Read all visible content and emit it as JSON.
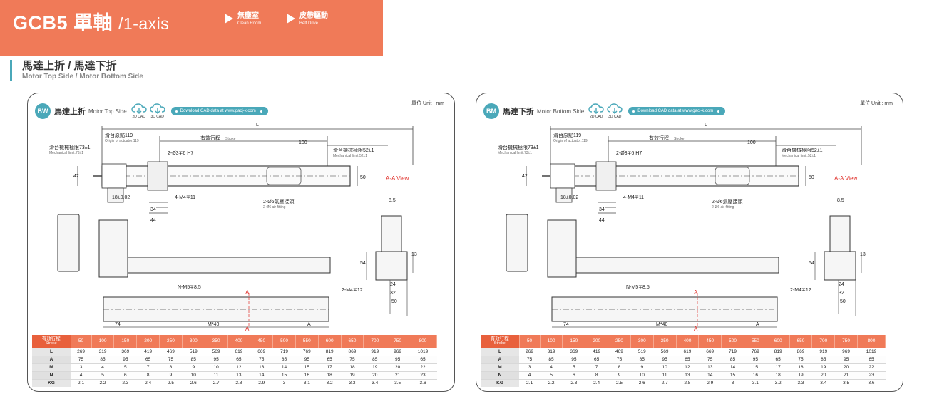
{
  "header": {
    "title_main": "GCB5 單軸",
    "title_axis": "/1-axis",
    "tags": [
      {
        "zh": "無塵室",
        "en": "Clean Room"
      },
      {
        "zh": "皮帶驅動",
        "en": "Belt Drive"
      }
    ],
    "colors": {
      "brand": "#f07a58",
      "accent": "#4aa8b9"
    }
  },
  "section": {
    "title_zh": "馬達上折 / 馬達下折",
    "title_en": "Motor Top Side / Motor Bottom Side"
  },
  "panels": [
    {
      "badge": "BW",
      "title_zh": "馬達上折",
      "title_en": "Motor Top Side",
      "cad_2d": "2D CAD",
      "cad_3d": "3D CAD",
      "download": "Download CAD data at  www.gacj-k.com",
      "unit": "單位 Unit : mm",
      "labels": {
        "L": "L",
        "origin_zh": "滑台原點119",
        "origin_en": "Origin of actuator:119",
        "stroke_zh": "有效行程",
        "stroke_en": "Stroke",
        "d100": "100",
        "mech_left_zh": "滑台機械極限73±1",
        "mech_left_en": "Mechanical limit:73±1",
        "mech_right_zh": "滑台機械極限52±1",
        "mech_right_en": "Mechanical limit:52±1",
        "pin": "2-Ø3∓6 H7",
        "d42": "42",
        "d50": "50",
        "d18": "18±0.02",
        "d34": "34",
        "d44": "44",
        "m4": "4-M4∓11",
        "fit_zh": "2-Ø6氣壓接頭",
        "fit_en": "2-Ø6 air fitting",
        "aa": "A-A View",
        "d85": "8.5",
        "d13": "13",
        "d54": "54",
        "d24": "24",
        "d32": "32",
        "m4_12": "2-M4∓12",
        "nm5": "N-M5∓8.5",
        "a": "A",
        "d74": "74",
        "m40": "M*40"
      }
    },
    {
      "badge": "BM",
      "title_zh": "馬達下折",
      "title_en": "Motor Bottom Side",
      "cad_2d": "2D CAD",
      "cad_3d": "3D CAD",
      "download": "Download CAD data at  www.gacj-k.com",
      "unit": "單位 Unit : mm",
      "labels": {
        "L": "L",
        "origin_zh": "滑台原點119",
        "origin_en": "Origin of actuator:119",
        "stroke_zh": "有效行程",
        "stroke_en": "Stroke",
        "d100": "100",
        "mech_left_zh": "滑台機械極限73±1",
        "mech_left_en": "Mechanical limit:73±1",
        "mech_right_zh": "滑台機械極限52±1",
        "mech_right_en": "Mechanical limit:52±1",
        "pin": "2-Ø3∓6 H7",
        "d42": "42",
        "d50": "50",
        "d18": "18±0.02",
        "d34": "34",
        "d44": "44",
        "m4": "4-M4∓11",
        "fit_zh": "2-Ø6氣壓接頭",
        "fit_en": "2-Ø6 air fitting",
        "aa": "A-A View",
        "d85": "8.5",
        "d13": "13",
        "d54": "54",
        "d24": "24",
        "d32": "32",
        "m4_12": "2-M4∓12",
        "nm5": "N-M5∓8.5",
        "a": "A",
        "d74": "74",
        "m40": "M*40"
      }
    }
  ],
  "table": {
    "head_zh": "有效行程",
    "head_en": "Stroke",
    "strokes": [
      "50",
      "100",
      "150",
      "200",
      "250",
      "300",
      "350",
      "400",
      "450",
      "500",
      "550",
      "600",
      "650",
      "700",
      "750",
      "800"
    ],
    "rows": [
      {
        "label": "L",
        "values": [
          "269",
          "319",
          "369",
          "419",
          "469",
          "519",
          "569",
          "619",
          "669",
          "719",
          "769",
          "819",
          "869",
          "919",
          "969",
          "1019"
        ]
      },
      {
        "label": "A",
        "values": [
          "75",
          "85",
          "95",
          "65",
          "75",
          "85",
          "95",
          "65",
          "75",
          "85",
          "95",
          "65",
          "75",
          "85",
          "95",
          "65"
        ]
      },
      {
        "label": "M",
        "values": [
          "3",
          "4",
          "5",
          "7",
          "8",
          "9",
          "10",
          "12",
          "13",
          "14",
          "15",
          "17",
          "18",
          "19",
          "20",
          "22"
        ]
      },
      {
        "label": "N",
        "values": [
          "4",
          "5",
          "6",
          "8",
          "9",
          "10",
          "11",
          "13",
          "14",
          "15",
          "16",
          "18",
          "19",
          "20",
          "21",
          "23"
        ]
      },
      {
        "label": "KG",
        "values": [
          "2.1",
          "2.2",
          "2.3",
          "2.4",
          "2.5",
          "2.6",
          "2.7",
          "2.8",
          "2.9",
          "3",
          "3.1",
          "3.2",
          "3.3",
          "3.4",
          "3.5",
          "3.6"
        ]
      }
    ]
  }
}
